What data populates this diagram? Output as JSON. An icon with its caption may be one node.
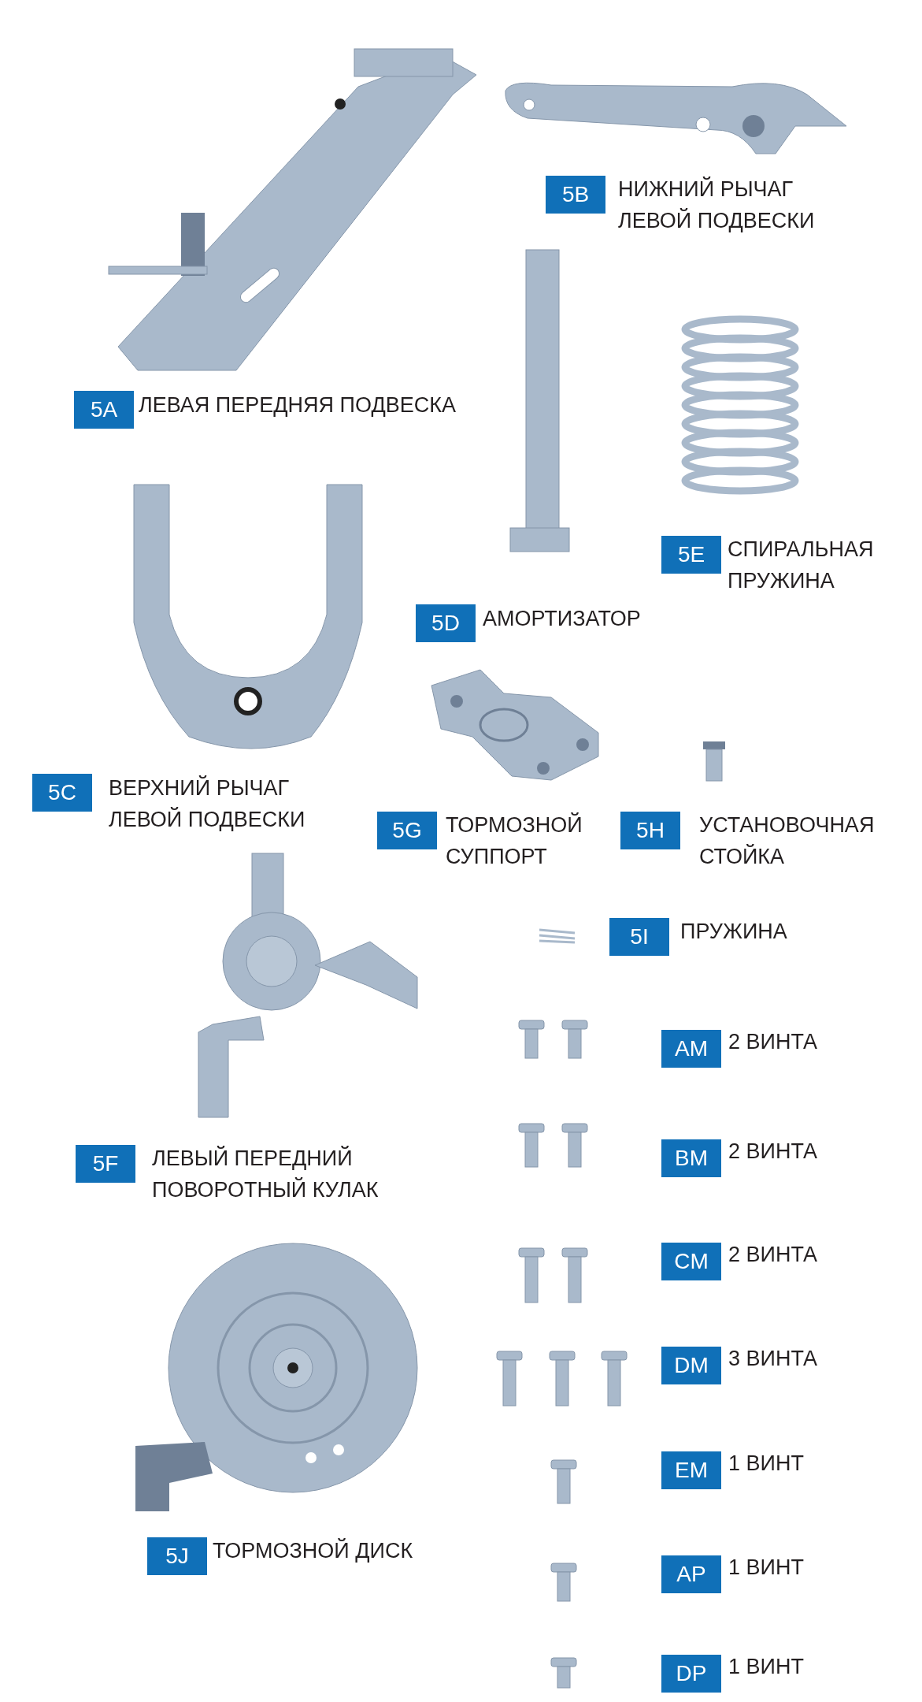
{
  "diagram": {
    "nodes": [
      {
        "text": [
          "5A"
        ],
        "beside": [
          "ЛЕВАЯ ПЕРЕДНЯЯ ПОДВЕСКА"
        ]
      },
      {
        "text": [
          "5B"
        ],
        "beside": [
          "НИЖНИЙ РЫЧАГ ЛЕВОЙ ПОДВЕСКИ"
        ]
      },
      {
        "text": [
          "5C"
        ],
        "beside": [
          "ВЕРХНИЙ РЫЧАГ ЛЕВОЙ ПОДВЕСКИ"
        ]
      },
      {
        "text": [
          "5D"
        ],
        "beside": [
          "АМОРТИЗАТОР"
        ]
      },
      {
        "text": [
          "5E"
        ],
        "beside": [
          "СПИРАЛЬНАЯ ПРУЖИНА"
        ]
      },
      {
        "text": [
          "5G"
        ],
        "beside": [
          "ТОРМОЗНОЙ СУППОРТ"
        ]
      },
      {
        "text": [
          "5H"
        ],
        "beside": [
          "УСТАНОВОЧНАЯ СТОЙКА"
        ]
      },
      {
        "text": [
          "5I"
        ],
        "beside": [
          "ПРУЖИНА"
        ]
      },
      {
        "text": [
          "5F"
        ],
        "beside": [
          "ЛЕВЫЙ ПЕРЕДНИЙ ПОВОРОТНЫЙ КУЛАК"
        ]
      },
      {
        "text": [
          "5J"
        ],
        "beside": [
          "ТОРМОЗНОЙ ДИСК"
        ]
      },
      {
        "text": [
          "AM"
        ],
        "beside": [
          "2 ВИНТА"
        ]
      },
      {
        "text": [
          "BM"
        ],
        "beside": [
          "2 ВИНТА"
        ]
      },
      {
        "text": [
          "CM"
        ],
        "beside": [
          "2 ВИНТА"
        ]
      },
      {
        "text": [
          "DM"
        ],
        "beside": [
          "3 ВИНТА"
        ]
      },
      {
        "text": [
          "EM"
        ],
        "beside": [
          "1 ВИНТ"
        ]
      },
      {
        "text": [
          "AP"
        ],
        "beside": [
          "1 ВИНТ"
        ]
      },
      {
        "text": [
          "DP"
        ],
        "beside": [
          "1 ВИНТ"
        ]
      }
    ]
  }
}
